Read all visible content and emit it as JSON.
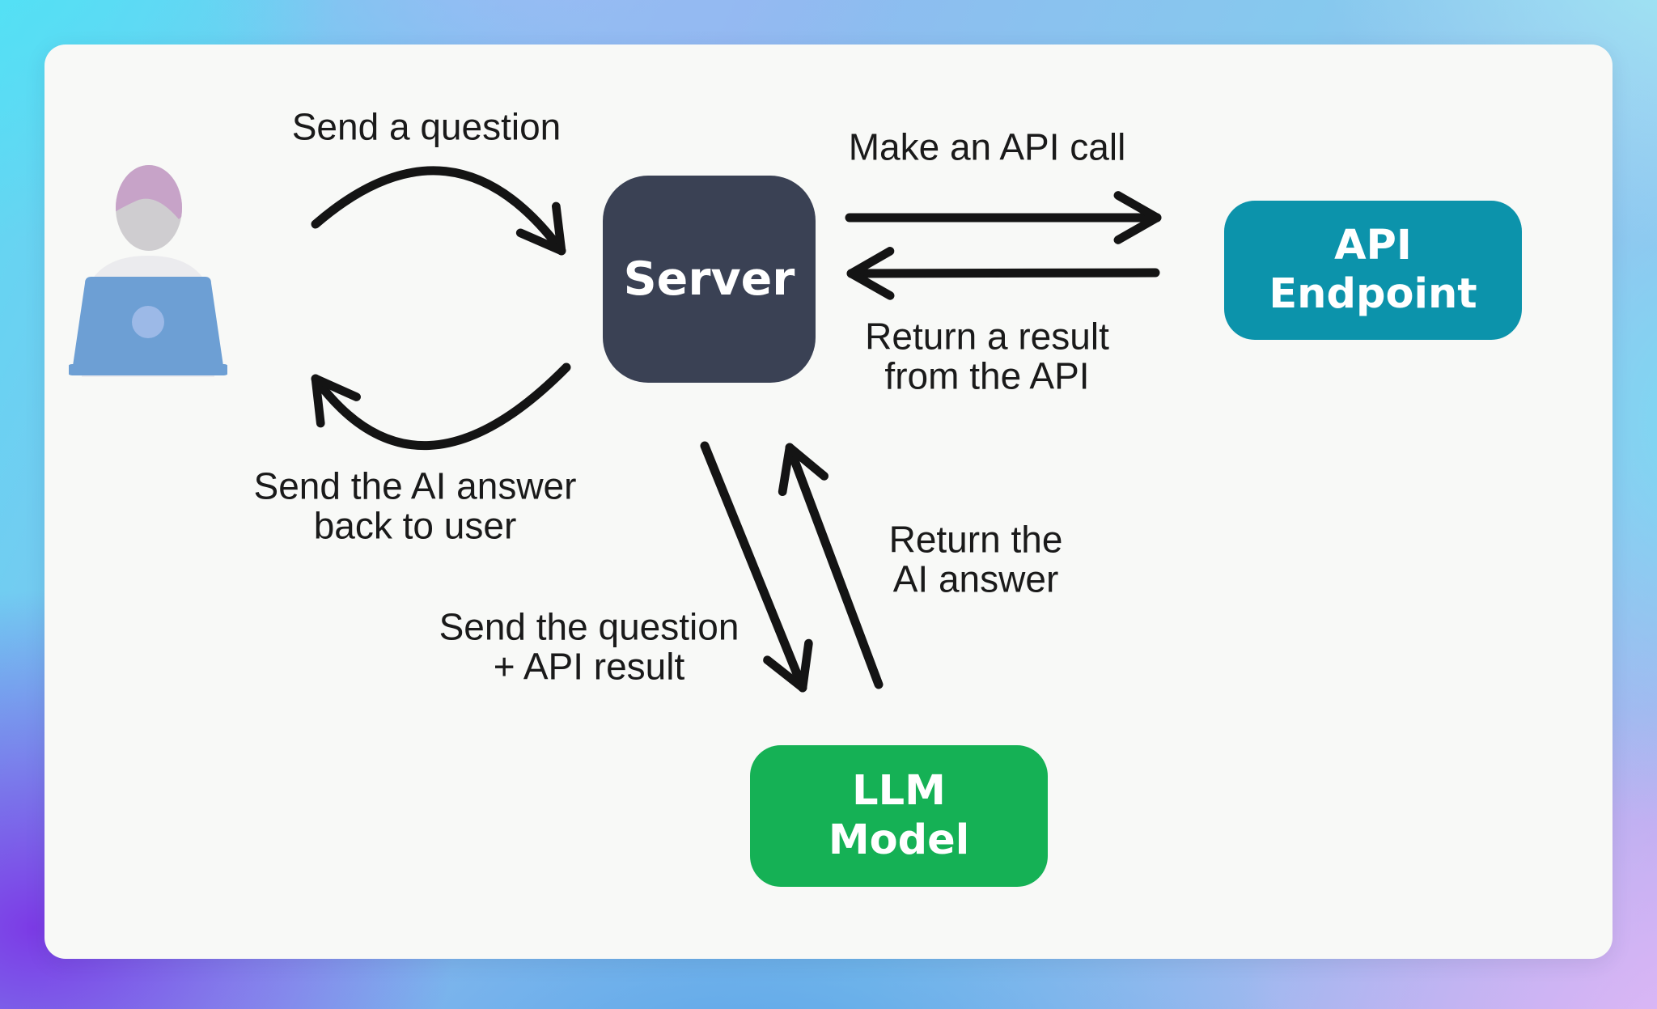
{
  "scene": {
    "card_bg": "#f8f9f7",
    "background_gradient": [
      "#54dff2",
      "#9ebef5",
      "#9feef4",
      "#79dcf2",
      "#7c3be6",
      "#5ba3e8",
      "#e0b9f6"
    ],
    "arrow_color": "#141414",
    "label_color": "#1a1a1a"
  },
  "nodes": {
    "server": {
      "label": "Server",
      "color": "#3a4154"
    },
    "api_endpoint": {
      "label": "API\nEndpoint",
      "color": "#0c93ab"
    },
    "llm_model": {
      "label": "LLM\nModel",
      "color": "#15b155"
    }
  },
  "icons": {
    "user": "person-at-laptop-icon"
  },
  "edge_labels": {
    "send_question": "Send a question",
    "make_api_call": "Make an API call",
    "return_result": "Return a result\nfrom the API",
    "send_answer_back": "Send the AI answer\nback to user",
    "send_question_api": "Send the question\n+ API result",
    "return_ai_answer": "Return the\nAI answer"
  }
}
